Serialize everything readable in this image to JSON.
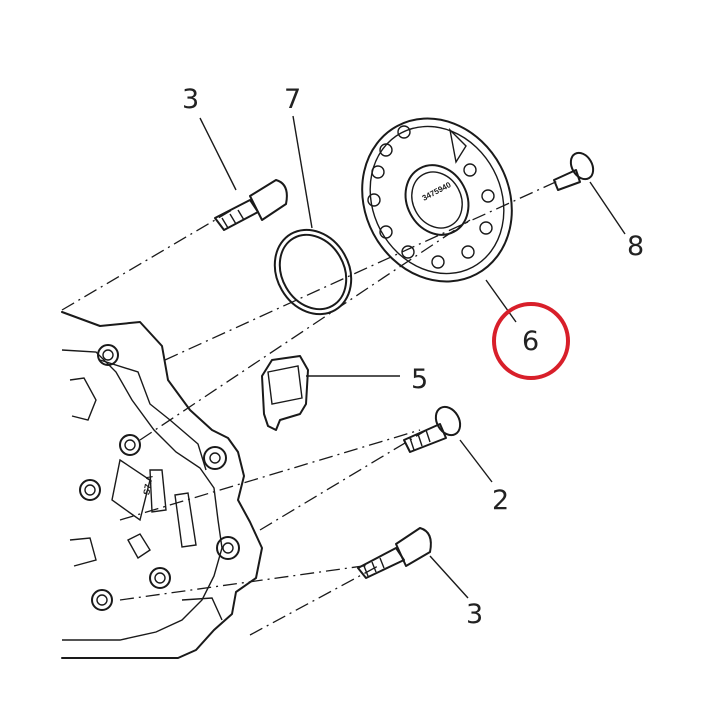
{
  "callouts": {
    "c3_top": "3",
    "c7": "7",
    "c8": "8",
    "c6": "6",
    "c5": "5",
    "c2": "2",
    "c3_bottom": "3"
  },
  "cover_marking": "3475940",
  "housing_marking": "S7.A",
  "colors": {
    "highlight": "#d81f2a",
    "line": "#1a1a1a"
  }
}
